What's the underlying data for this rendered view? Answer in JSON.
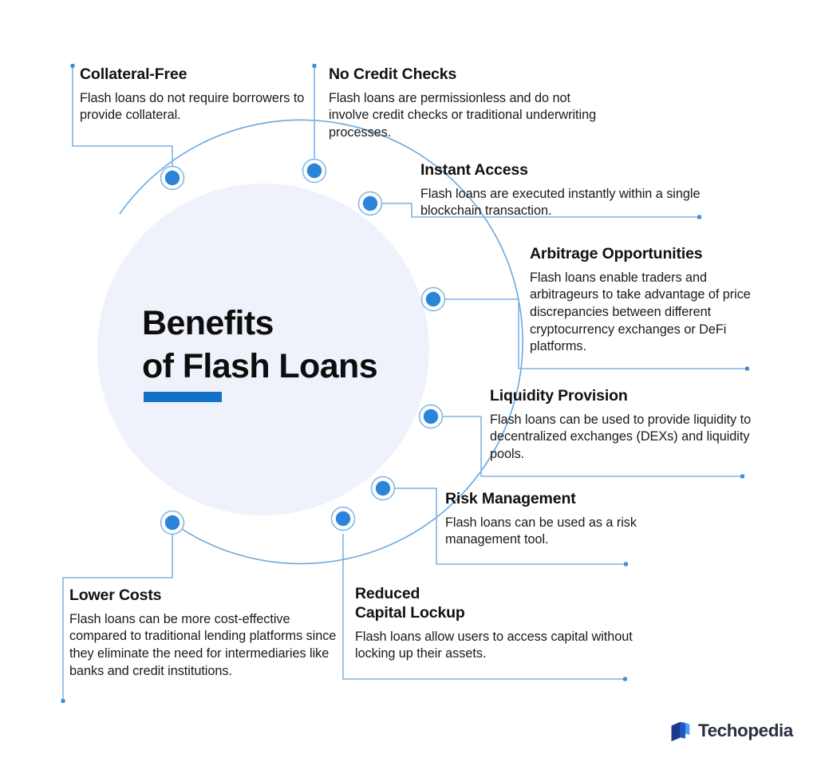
{
  "center": {
    "title_line1": "Benefits",
    "title_line2": "of Flash Loans",
    "accent_color": "#1272ca",
    "disc_color": "#eff2fb"
  },
  "theme": {
    "node_fill": "#2a84d8",
    "line_color": "#7fb4e4",
    "arc_color": "#6aa8df",
    "text_color": "#111111"
  },
  "benefits": [
    {
      "id": "collateral-free",
      "title": "Collateral-Free",
      "body": "Flash loans do not require borrowers to provide collateral."
    },
    {
      "id": "no-credit-checks",
      "title": "No Credit Checks",
      "body": "Flash loans are permissionless and do not involve credit checks or traditional underwriting processes."
    },
    {
      "id": "instant-access",
      "title": "Instant Access",
      "body": "Flash loans are executed instantly within a single blockchain transaction."
    },
    {
      "id": "arbitrage-opportunities",
      "title": "Arbitrage Opportunities",
      "body": "Flash loans enable traders and arbitrageurs to take advantage of price discrepancies between different cryptocurrency exchanges or DeFi platforms."
    },
    {
      "id": "liquidity-provision",
      "title": "Liquidity Provision",
      "body": "Flash loans can be used to provide liquidity to decentralized exchanges (DEXs) and liquidity pools."
    },
    {
      "id": "risk-management",
      "title": "Risk Management",
      "body": "Flash loans can be used as a risk management tool."
    },
    {
      "id": "reduced-capital-lockup",
      "title_line1": "Reduced",
      "title_line2": "Capital Lockup",
      "body": "Flash loans allow users to access capital without locking up their assets."
    },
    {
      "id": "lower-costs",
      "title": "Lower Costs",
      "body": "Flash loans can be more cost-effective compared to traditional lending platforms since they eliminate the need for intermediaries like banks and credit institutions."
    }
  ],
  "branding": {
    "name": "Techopedia",
    "mark_dark": "#1b3a8f",
    "mark_light": "#4f9bf0",
    "wordmark_color": "#2b3141"
  }
}
